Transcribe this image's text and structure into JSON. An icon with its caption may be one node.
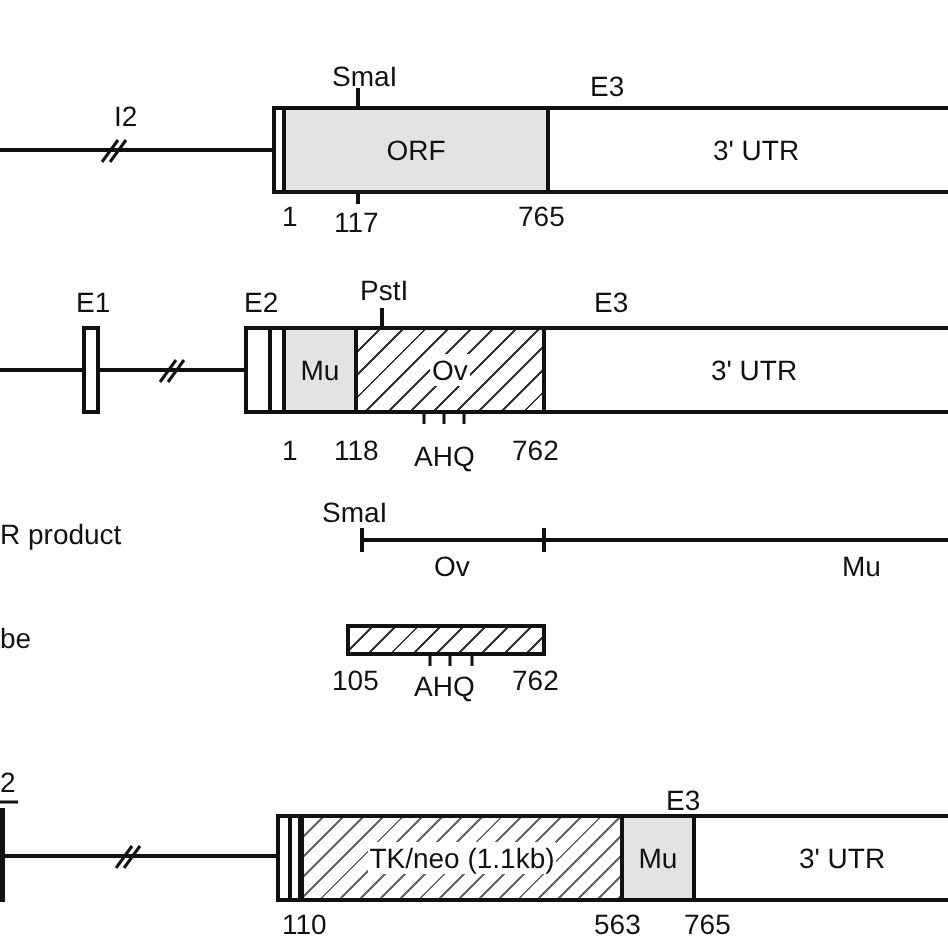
{
  "diagram": {
    "nodes": [
      {
        "text": [
          "ORF"
        ]
      },
      {
        "text": [
          "3' UTR"
        ]
      },
      {
        "text": [
          "Mu"
        ]
      },
      {
        "text": [
          "Ov"
        ]
      },
      {
        "text": [
          "3' UTR"
        ]
      },
      {
        "text": [],
        "shape": "box"
      },
      {
        "text": [
          "TK/neo (1.1kb)"
        ]
      },
      {
        "text": [
          "Mu"
        ]
      },
      {
        "text": [
          "3' UTR"
        ]
      }
    ],
    "labels": [
      "SmaI",
      "I2",
      "E3",
      "1",
      "117",
      "765",
      "E1",
      "E2",
      "PstI",
      "E3",
      "1",
      "118",
      "AHQ",
      "762",
      "SmaI",
      "R product",
      "Ov",
      "Mu",
      "be",
      "105",
      "AHQ",
      "762",
      "2",
      "E3",
      "110",
      "563",
      "765"
    ]
  }
}
